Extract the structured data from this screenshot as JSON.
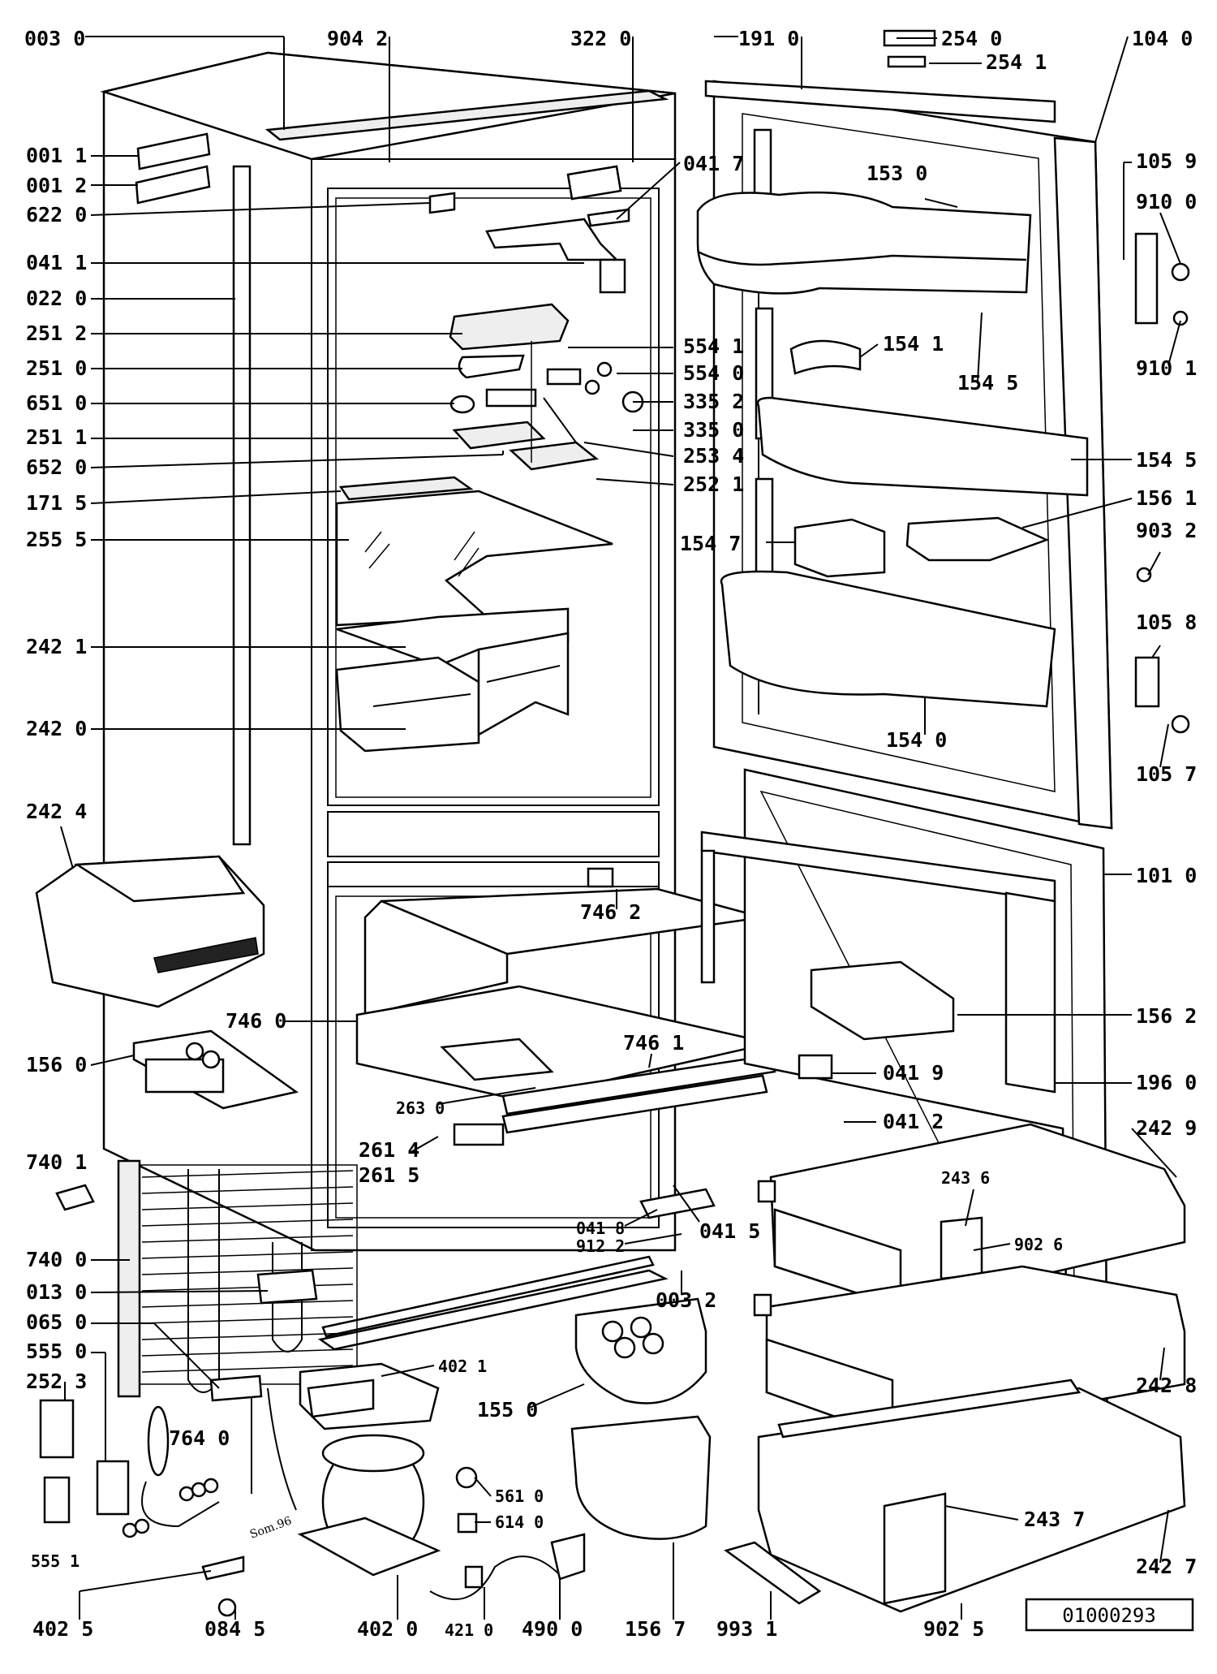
{
  "callouts": {
    "p003_0": "003 0",
    "p904_2": "904 2",
    "p322_0": "322 0",
    "p191_0": "191 0",
    "p254_0": "254 0",
    "p254_1": "254 1",
    "p104_0": "104 0",
    "p001_1": "001 1",
    "p001_2": "001 2",
    "p622_0": "622 0",
    "p041_1": "041 1",
    "p022_0": "022 0",
    "p251_2": "251 2",
    "p251_0": "251 0",
    "p651_0": "651 0",
    "p251_1": "251 1",
    "p652_0": "652 0",
    "p171_5": "171 5",
    "p255_5": "255 5",
    "p242_1": "242 1",
    "p242_0": "242 0",
    "p242_4": "242 4",
    "p156_0": "156 0",
    "p740_1": "740 1",
    "p740_0": "740 0",
    "p013_0": "013 0",
    "p065_0": "065 0",
    "p555_0": "555 0",
    "p252_3": "252 3",
    "p555_1": "555 1",
    "p764_0": "764 0",
    "p402_5": "402 5",
    "p084_5": "084 5",
    "p402_0": "402 0",
    "p421_0": "421 0",
    "p490_0": "490 0",
    "p156_7": "156 7",
    "p993_1": "993 1",
    "p902_5": "902 5",
    "p041_7": "041 7",
    "p153_0": "153 0",
    "p105_9": "105 9",
    "p910_0": "910 0",
    "p154_1": "154 1",
    "p154_5a": "154 5",
    "p910_1": "910 1",
    "p554_1": "554 1",
    "p554_0": "554 0",
    "p335_2": "335 2",
    "p335_0": "335 0",
    "p253_4": "253 4",
    "p252_1": "252 1",
    "p154_5b": "154 5",
    "p156_1": "156 1",
    "p154_7": "154 7",
    "p903_2": "903 2",
    "p105_8": "105 8",
    "p154_0": "154 0",
    "p105_7": "105 7",
    "p101_0": "101 0",
    "p746_2": "746 2",
    "p746_0": "746 0",
    "p746_1": "746 1",
    "p156_2": "156 2",
    "p041_9": "041 9",
    "p196_0": "196 0",
    "p263_0": "263 0",
    "p041_2": "041 2",
    "p261_4": "261 4",
    "p261_5": "261 5",
    "p242_9": "242 9",
    "p243_6": "243 6",
    "p041_8": "041 8",
    "p912_2": "912 2",
    "p041_5": "041 5",
    "p902_6": "902 6",
    "p003_2": "003 2",
    "p402_1": "402 1",
    "p155_0": "155 0",
    "p242_8": "242 8",
    "p561_0": "561 0",
    "p614_0": "614 0",
    "p243_7": "243 7",
    "p242_7": "242 7"
  },
  "document_number": "01000293",
  "stamp_text": "Som.96"
}
